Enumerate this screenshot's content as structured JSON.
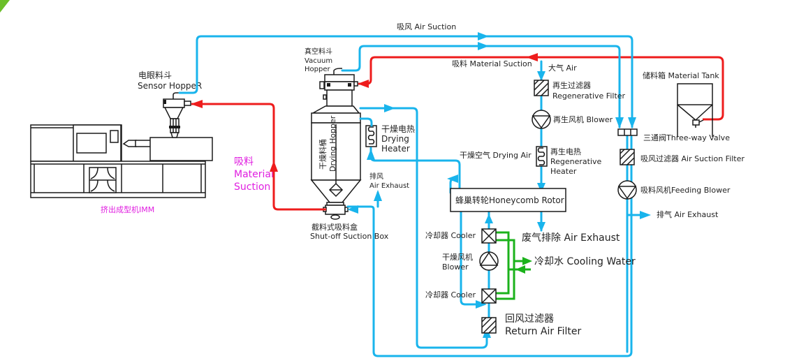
{
  "diagram": {
    "type": "process-flow",
    "colors": {
      "air_line": "#19b4ec",
      "material_line": "#ee1c1c",
      "water_line": "#1bb21b",
      "highlight_text": "#e020e0",
      "corner_accent": "#6cbf2a"
    },
    "labels": {
      "air_suction_top": "吸风  Air Suction",
      "material_suction_top": "吸料  Material Suction",
      "atmosphere_air": "大气  Air",
      "sensor_hopper_cn": "电眼料斗",
      "sensor_hopper_en": "Sensor HoppeR",
      "vacuum_hopper_cn": "真空料斗",
      "vacuum_hopper_en1": "Vacuum",
      "vacuum_hopper_en2": "Hopper",
      "drying_hopper_cn": "干燥料桶",
      "drying_hopper_en": "Drying Hopper",
      "drying_heater_cn": "干燥电热",
      "drying_heater_en1": "Drying",
      "drying_heater_en2": "Heater",
      "air_exhaust_left_cn": "排风",
      "air_exhaust_left_en": "Air Exhaust",
      "material_suction_left_cn": "吸料",
      "material_suction_left_en1": "Material",
      "material_suction_left_en2": "Suction",
      "imm": "挤出成型机IMM",
      "suction_box_cn": "截料式吸料盒",
      "suction_box_en": "Shut-off Suction Box",
      "drying_air": "干燥空气  Drying Air",
      "regen_filter_cn": "再生过滤器",
      "regen_filter_en": "Regenerative Filter",
      "regen_blower": "再生风机  Blower",
      "regen_heater_cn": "再生电热",
      "regen_heater_en1": "Regenerative",
      "regen_heater_en2": "Heater",
      "honeycomb_rotor": "蜂巢转轮Honeycomb Rotor",
      "waste_air_exhaust": "废气排除  Air Exhaust",
      "cooler_top": "冷却器  Cooler",
      "drying_blower_cn": "干燥风机",
      "drying_blower_en": "Blower",
      "cooler_bottom": "冷却器  Cooler",
      "cooling_water": "冷却水  Cooling Water",
      "return_filter_cn": "回风过滤器",
      "return_filter_en": "Return Air Filter",
      "material_tank": "储料箱  Material Tank",
      "three_way_valve": "三通阀Three-way Valve",
      "air_suction_filter": "吸风过滤器  Air Suction Filter",
      "feeding_blower": "吸料风机Feeding Blower",
      "exhaust_right": "排气  Air Exhaust"
    }
  }
}
